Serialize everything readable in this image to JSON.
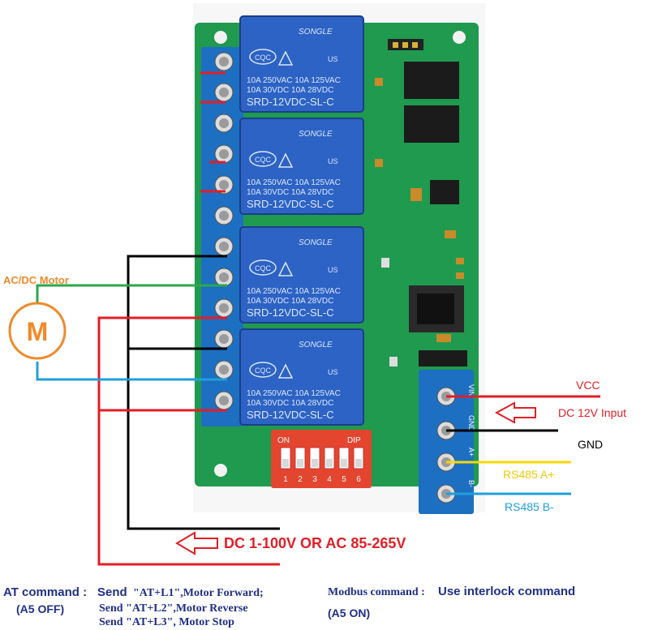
{
  "relays": [
    {
      "brand": "SONGLE",
      "rating1": "10A 250VAC  10A 125VAC",
      "rating2": "10A  30VDC  10A  28VDC",
      "model": "SRD-12VDC-SL-C",
      "cqc": "CQC",
      "ul": "US"
    },
    {
      "brand": "SONGLE",
      "rating1": "10A 250VAC  10A 125VAC",
      "rating2": "10A  30VDC  10A  28VDC",
      "model": "SRD-12VDC-SL-C",
      "cqc": "CQC",
      "ul": "US"
    },
    {
      "brand": "SONGLE",
      "rating1": "10A 250VAC  10A 125VAC",
      "rating2": "10A  30VDC  10A  28VDC",
      "model": "SRD-12VDC-SL-C",
      "cqc": "CQC",
      "ul": "US"
    },
    {
      "brand": "SONGLE",
      "rating1": "10A 250VAC  10A 125VAC",
      "rating2": "10A  30VDC  10A  28VDC",
      "model": "SRD-12VDC-SL-C",
      "cqc": "CQC",
      "ul": "US"
    }
  ],
  "dip": {
    "on_label": "ON",
    "dip_label": "DIP",
    "numbers": [
      "1",
      "2",
      "3",
      "4",
      "5",
      "6"
    ]
  },
  "pcb": {
    "power_terminal_labels": [
      "VIN",
      "GND",
      "A+",
      "B-"
    ]
  },
  "motor": {
    "label": "AC/DC Motor",
    "symbol": "M"
  },
  "power_labels": {
    "vcc": "VCC",
    "dc_input": "DC 12V Input",
    "gnd": "GND",
    "rs485_a": "RS485 A+",
    "rs485_b": "RS485 B-",
    "load_supply": "DC 1-100V OR AC 85-265V"
  },
  "commands": {
    "at_title": "AT command :",
    "at_send": "Send",
    "at_l1": "\"AT+L1\",Motor Forward;",
    "at_l2": "Send \"AT+L2\",Motor Reverse",
    "at_l3": "Send \"AT+L3\", Motor Stop",
    "a5_off": "(A5 OFF)",
    "modbus_title": "Modbus command :",
    "modbus_text": "Use interlock command",
    "a5_on": "(A5 ON)"
  },
  "colors": {
    "pcb_green": "#1f9a4f",
    "relay_blue": "#2c63c4",
    "terminal_blue": "#1d6fc2",
    "dip_red": "#e3452f",
    "wire_red": "#e21e26",
    "wire_black": "#000000",
    "wire_green": "#2aa84a",
    "wire_blue": "#1fa0db",
    "wire_yellow": "#f5d90a",
    "motor_orange": "#ef8a2a",
    "text_navy": "#1f2f8a"
  }
}
